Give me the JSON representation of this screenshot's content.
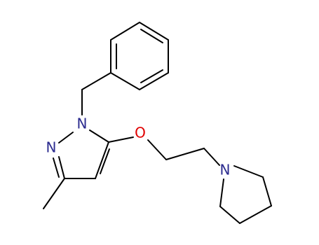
{
  "molecule": {
    "atoms": {
      "n_ring_a": {
        "label": "N",
        "color": "#2b2b8f"
      },
      "n_ring_b": {
        "label": "N",
        "color": "#2b2b8f"
      },
      "o_ether": {
        "label": "O",
        "color": "#e00000"
      },
      "n_pyrrolidine": {
        "label": "N",
        "color": "#2b2b8f"
      }
    },
    "bond_color": "#000000",
    "background": "#ffffff"
  }
}
